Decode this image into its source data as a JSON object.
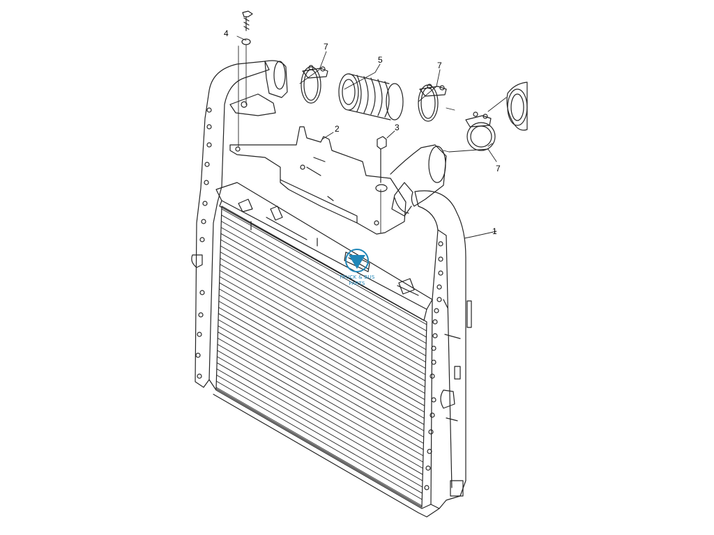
{
  "diagram": {
    "callouts": [
      "4",
      "7",
      "5",
      "7",
      "2",
      "3",
      "7",
      "1"
    ]
  },
  "watermark": {
    "line1": "TRUCK & BUS",
    "line2": "PARTS",
    "color": "#1f86b8"
  },
  "colors": {
    "line": "#222222",
    "background": "#ffffff"
  }
}
